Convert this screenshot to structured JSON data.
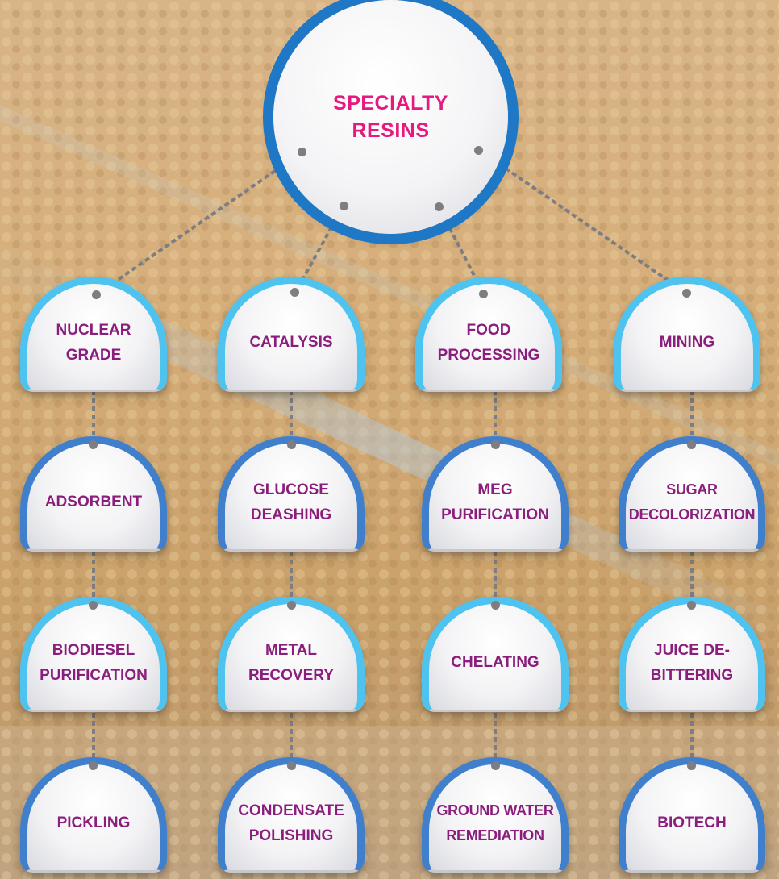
{
  "root": {
    "label": "SPECIALTY RESINS"
  },
  "columns": [
    {
      "category": "NUCLEAR GRADE",
      "items": [
        "ADSORBENT",
        "BIODIESEL PURIFICATION",
        "PICKLING"
      ]
    },
    {
      "category": "CATALYSIS",
      "items": [
        "GLUCOSE DEASHING",
        "METAL RECOVERY",
        "CONDENSATE POLISHING"
      ]
    },
    {
      "category": "FOOD PROCESSING",
      "items": [
        "MEG PURIFICATION",
        "CHELATING",
        "GROUND WATER REMEDIATION"
      ]
    },
    {
      "category": "MINING",
      "items": [
        "SUGAR DECOLORIZATION",
        "JUICE DE-BITTERING",
        "BIOTECH"
      ]
    }
  ],
  "colors": {
    "root_ring": "#1f78c6",
    "root_text": "#e5197f",
    "node_text": "#8b1e7d",
    "light_ring": "#4fc3ef",
    "dark_ring": "#3f7fcb",
    "connector": "#7d7d82"
  }
}
